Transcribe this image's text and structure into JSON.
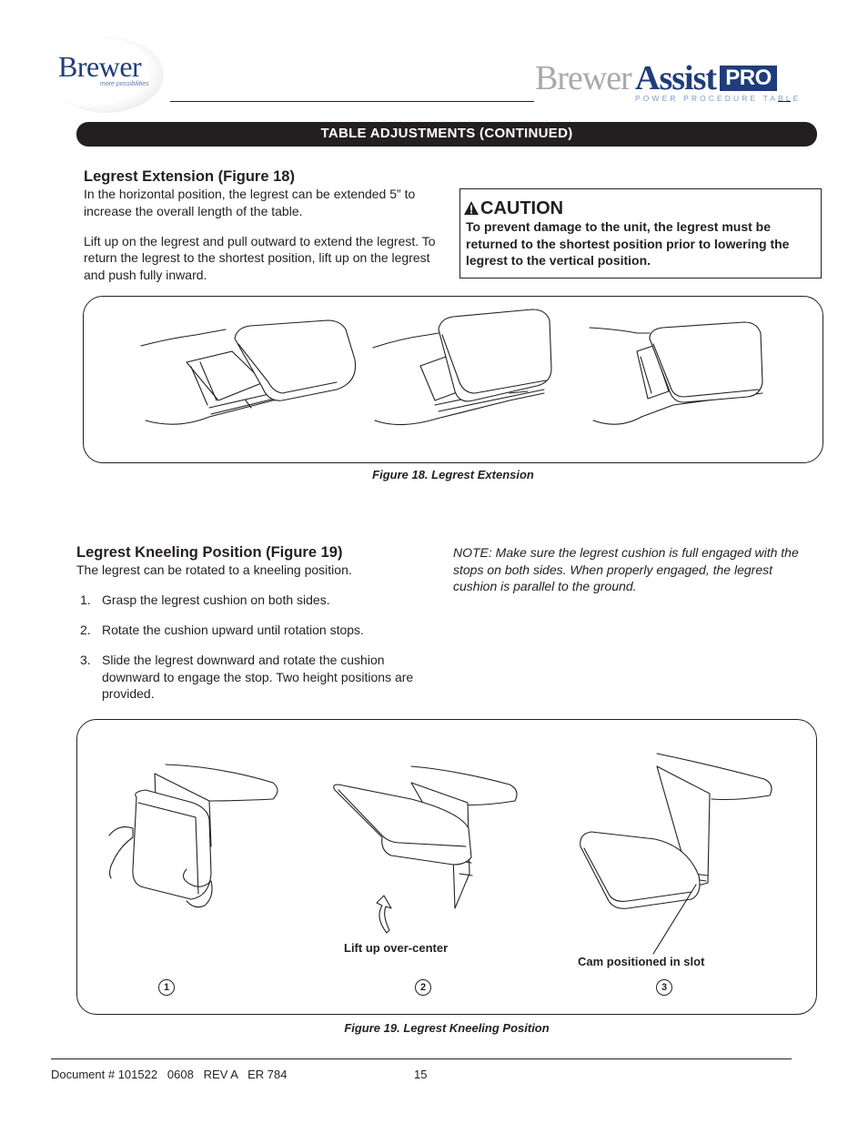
{
  "header": {
    "logo_text": "Brewer",
    "logo_tagline": "more possibilities",
    "product_brewer": "Brewer",
    "product_assist": "Assist",
    "product_pro": "PRO",
    "product_subtitle": "POWER PROCEDURE TABLE"
  },
  "section_title": "TABLE ADJUSTMENTS (CONTINUED)",
  "legrest_extension": {
    "heading": "Legrest Extension (Figure 18)",
    "para1": "In the horizontal position, the legrest can be extended 5” to increase the overall length of the table.",
    "para2": "Lift up on the legrest and pull outward to extend the legrest. To return the legrest to the shortest position, lift up on the legrest and push fully inward."
  },
  "caution": {
    "icon": "warning-triangle-icon",
    "title": "CAUTION",
    "text": "To prevent damage to the unit, the legrest must be returned to the shortest position prior to lowering the legrest to the vertical position."
  },
  "figure18": {
    "caption": "Figure 18. Legrest Extension"
  },
  "kneeling": {
    "heading": "Legrest Kneeling Position (Figure 19)",
    "intro": "The legrest can be rotated to a kneeling position.",
    "steps": [
      {
        "num": "1.",
        "text": "Grasp the legrest cushion on both sides."
      },
      {
        "num": "2.",
        "text": "Rotate the cushion upward until rotation stops."
      },
      {
        "num": "3.",
        "text": "Slide the legrest downward and rotate the cushion downward to engage the stop. Two height positions are provided."
      }
    ],
    "note": "NOTE: Make sure the legrest cushion is full engaged with the stops on both sides.  When properly engaged, the legrest cushion is parallel to the ground."
  },
  "figure19": {
    "caption": "Figure 19. Legrest Kneeling Position",
    "callout_lift": "Lift up over-center",
    "callout_cam": "Cam positioned in slot",
    "step_labels": [
      "1",
      "2",
      "3"
    ]
  },
  "footer": {
    "document": "Document # 101522   0608   REV A   ER 784",
    "page": "15"
  }
}
